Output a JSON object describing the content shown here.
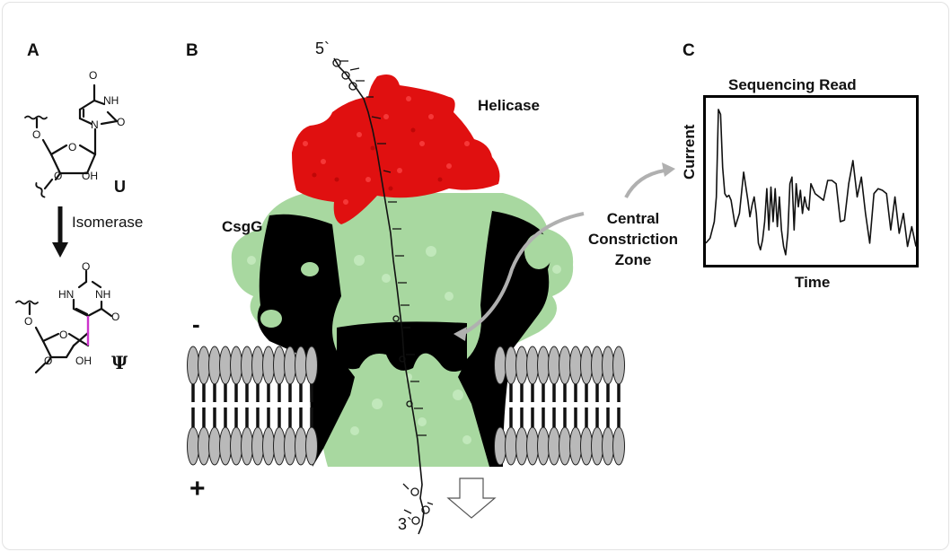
{
  "panels": {
    "a": {
      "label": "A",
      "top_molecule": {
        "name": "U",
        "atoms": [
          "O",
          "NH",
          "O",
          "N",
          "O",
          "O",
          "OH",
          "O"
        ]
      },
      "reaction_label": "Isomerase",
      "bottom_molecule": {
        "name": "Ψ",
        "atoms": [
          "O",
          "HN",
          "NH",
          "O",
          "O",
          "O",
          "OH",
          "O"
        ]
      },
      "highlight_bond_color": "#cc33cc"
    },
    "b": {
      "label": "B",
      "strand_top": "5`",
      "strand_bottom": "3`",
      "helicase_label": "Helicase",
      "pore_label": "CsgG",
      "constriction_label_lines": [
        "Central",
        "Constriction",
        "Zone"
      ],
      "membrane_top_sign": "-",
      "membrane_bottom_sign": "+",
      "colors": {
        "helicase": "#e01010",
        "pore": "#a8d8a0",
        "pore_cut": "#000000",
        "lipid_head": "#b9b9b9",
        "arrow": "#b0b0b0"
      }
    },
    "c": {
      "label": "C",
      "chart_title": "Sequencing Read",
      "xlabel": "Time",
      "ylabel": "Current"
    }
  },
  "chart_data": {
    "type": "line",
    "title": "Sequencing Read",
    "xlabel": "Time",
    "ylabel": "Current",
    "grid": false,
    "legend": null,
    "x_ticks": [],
    "y_ticks": [],
    "ylim": [
      0,
      1
    ],
    "x": [
      0,
      2,
      4,
      5,
      6,
      7,
      8,
      9,
      10,
      11,
      12,
      14,
      16,
      18,
      20,
      21,
      22,
      23,
      24,
      25,
      26,
      27,
      28,
      29,
      30,
      31,
      32,
      33,
      34,
      35,
      36,
      37,
      38,
      39,
      40,
      41,
      42,
      43,
      44,
      45,
      46,
      47,
      48,
      49,
      50,
      52,
      54,
      56,
      58,
      60,
      62,
      64,
      66,
      68,
      70,
      72,
      74,
      76,
      78,
      80,
      82,
      84,
      86,
      88,
      90,
      92,
      94,
      96,
      98,
      100
    ],
    "values": [
      0.12,
      0.15,
      0.25,
      0.4,
      0.93,
      0.9,
      0.58,
      0.42,
      0.4,
      0.41,
      0.38,
      0.22,
      0.3,
      0.55,
      0.38,
      0.28,
      0.35,
      0.4,
      0.3,
      0.12,
      0.08,
      0.14,
      0.25,
      0.45,
      0.2,
      0.46,
      0.25,
      0.45,
      0.22,
      0.4,
      0.2,
      0.1,
      0.05,
      0.18,
      0.48,
      0.52,
      0.2,
      0.48,
      0.34,
      0.44,
      0.3,
      0.4,
      0.34,
      0.32,
      0.48,
      0.42,
      0.4,
      0.38,
      0.5,
      0.5,
      0.48,
      0.25,
      0.26,
      0.48,
      0.62,
      0.4,
      0.52,
      0.3,
      0.12,
      0.42,
      0.45,
      0.44,
      0.42,
      0.2,
      0.4,
      0.18,
      0.3,
      0.1,
      0.22,
      0.1
    ]
  }
}
